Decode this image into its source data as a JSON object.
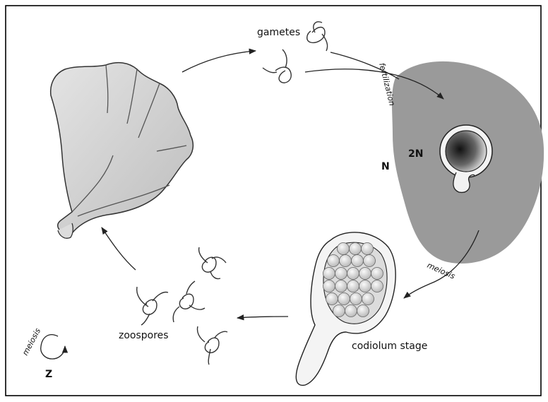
{
  "labels": {
    "gametes": "gametes",
    "fertilization": "fertilization",
    "haploid": "N",
    "diploid": "2N",
    "meiosis_main": "meiosis",
    "codiolum": "codiolum stage",
    "zoospores": "zoospores",
    "meiosis_key": "meiosis",
    "zygote_key": "Z"
  },
  "colors": {
    "diploid_background": "#9a9a9a",
    "blade": "#cfcfcf",
    "outline": "#222222"
  }
}
